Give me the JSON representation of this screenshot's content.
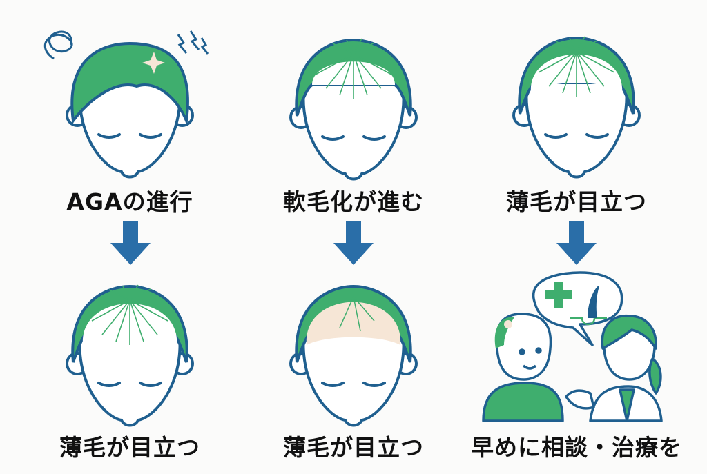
{
  "colors": {
    "hair_green": "#3fae6e",
    "outline_blue": "#1f5f8f",
    "arrow_blue": "#2a6ea8",
    "scalp_beige": "#f6e6d6"
  },
  "steps": [
    {
      "label": "AGAの進行",
      "icon": "worried-head-icon"
    },
    {
      "label": "軟毛化が進む",
      "icon": "thinning-hair-head-icon"
    },
    {
      "label": "薄毛が目立つ",
      "icon": "thin-crown-head-icon"
    },
    {
      "label": "薄毛が目立つ",
      "icon": "thin-crown-head-icon"
    },
    {
      "label": "薄毛が目立つ",
      "icon": "bald-head-icon"
    },
    {
      "label": "早めに相談・治療を",
      "icon": "doctor-consultation-icon"
    }
  ]
}
